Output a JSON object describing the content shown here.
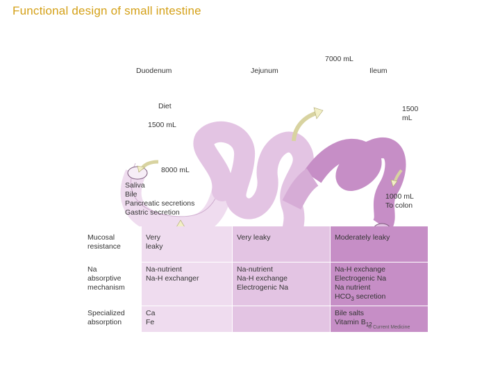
{
  "slide": {
    "title": "Functional design of small intestine"
  },
  "diagram": {
    "segments": {
      "duodenum": "Duodenum",
      "jejunum": "Jejunum",
      "ileum": "Ileum"
    },
    "flows": {
      "diet": "Diet",
      "duodenum_in": "1500 mL",
      "secretions_in": "8000 mL",
      "secretions_sources": [
        "Saliva",
        "Bile",
        "Pancreatic secretions",
        "Gastric secretion"
      ],
      "jejunum_out": "7000 mL",
      "ileum_out": "1500\nmL",
      "colon_out": "1000 mL\nTo colon"
    },
    "colors": {
      "duodenum": "#efdcef",
      "jejunum": "#e3c4e3",
      "ileum": "#c68ec6",
      "arrow": "#f2efc6"
    }
  },
  "table": {
    "rows": [
      {
        "header": "Mucosal\nresistance",
        "duodenum": "Very\nleaky",
        "jejunum": "Very leaky",
        "ileum": "Moderately leaky"
      },
      {
        "header": "Na\nabsorptive\nmechanism",
        "duodenum": "Na-nutrient\nNa-H exchanger",
        "jejunum": "Na-nutrient\nNa-H exchange\nElectrogenic Na",
        "ileum": "Na-H exchange\nElectrogenic Na\nNa nutrient"
      },
      {
        "header": "Specialized\nabsorption",
        "duodenum": "Ca\nFe",
        "jejunum": "",
        "ileum": "Bile salts"
      }
    ],
    "ileum_hco3_prefix": "HCO",
    "ileum_hco3_sub": "3",
    "ileum_hco3_suffix": " secretion",
    "ileum_vitb_prefix": "Vitamin B",
    "ileum_vitb_sub": "12"
  },
  "credit": "© Current Medicine"
}
